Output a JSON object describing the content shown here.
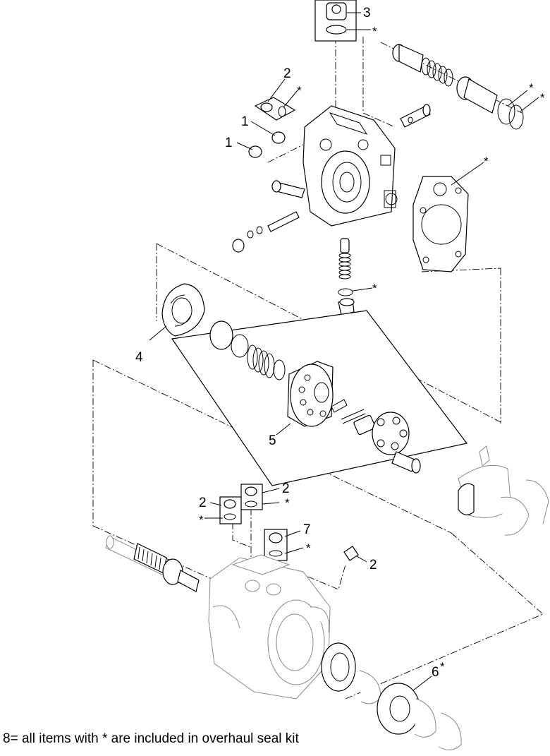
{
  "callouts": {
    "c1a": "1",
    "c1b": "1",
    "c2a": "2",
    "c2b": "2",
    "c2c": "2",
    "c2d": "2",
    "c3": "3",
    "c4": "4",
    "c5": "5",
    "c6": "6",
    "c7": "7",
    "star": "*"
  },
  "footnote": "8= all items with * are included in overhaul seal kit"
}
